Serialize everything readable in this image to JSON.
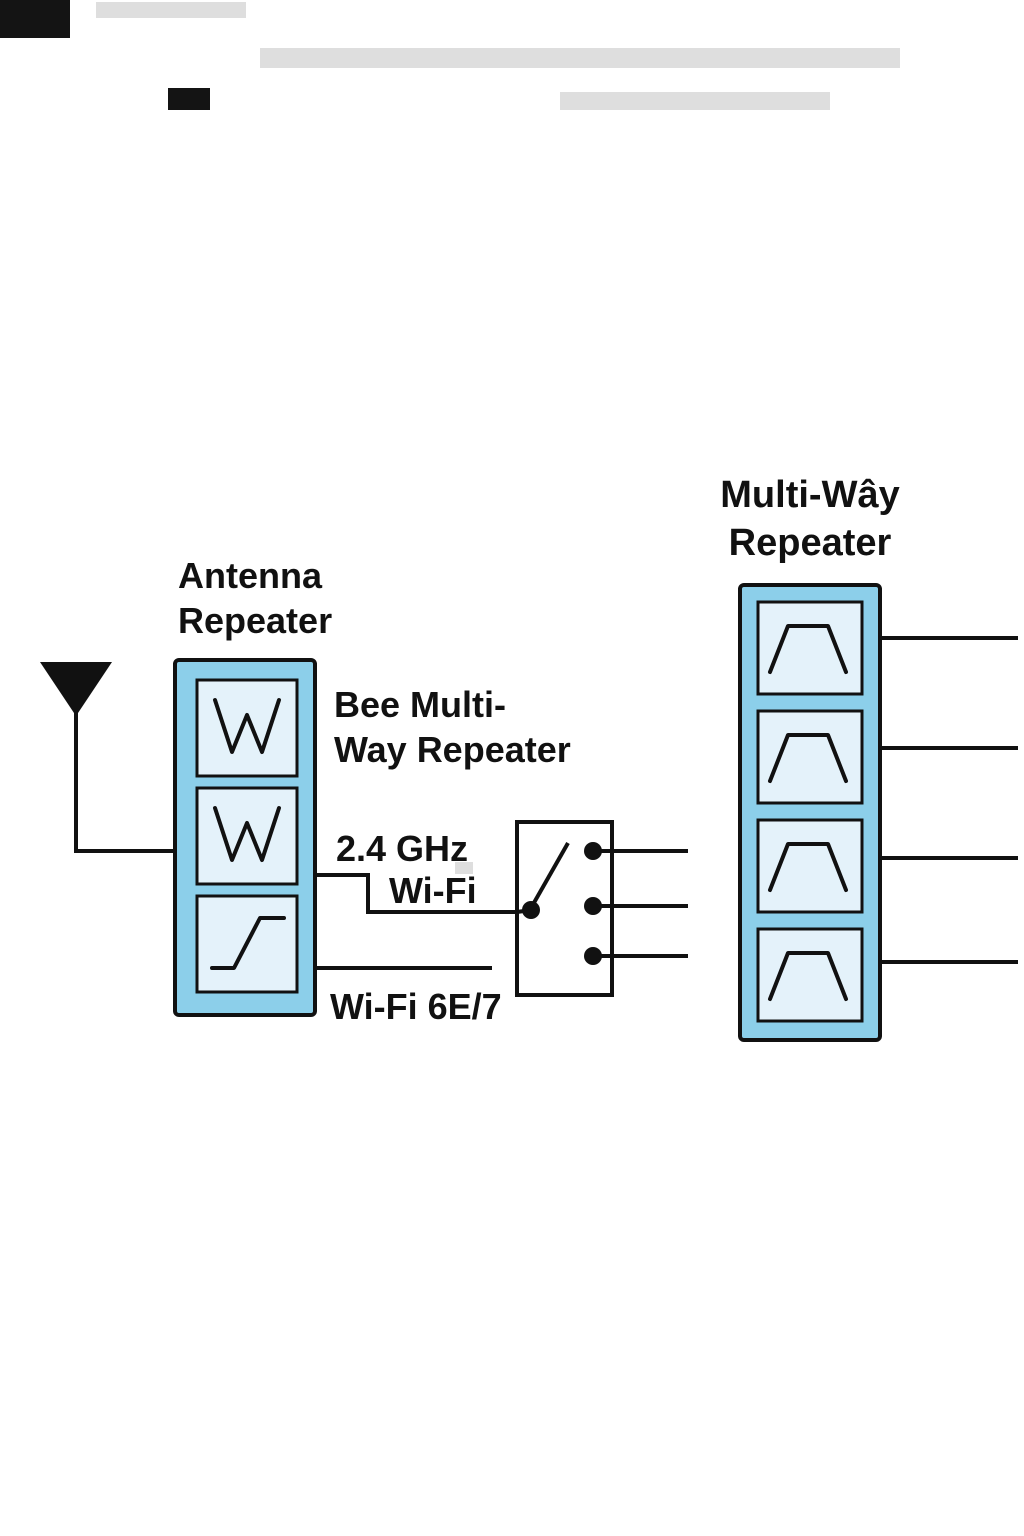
{
  "page": {
    "background": "#ffffff"
  },
  "colors": {
    "page_bg": "#ffffff",
    "ink": "#111111",
    "box_outer_fill": "#8CCFEA",
    "box_inner_fill": "#E4F2FA"
  },
  "labels": {
    "antenna_repeater": "Antenna\nRepeater",
    "bee_multiway": "Bee Multi-\nWay Repeater",
    "band_24ghz": "2.4 GHz",
    "wifi": "Wi-Fi",
    "wifi_6e7": "Wi-Fi 6E/7",
    "multiway_repeater": "Multi-Wây\nRepeater"
  },
  "icons": {
    "antenna": "antenna-icon",
    "bandpass_w": "bandpass-filter-icon",
    "highpass_ramp": "highpass-filter-icon",
    "bandpass_trapezoid": "bandpass-response-icon",
    "switch": "selector-switch-icon"
  }
}
